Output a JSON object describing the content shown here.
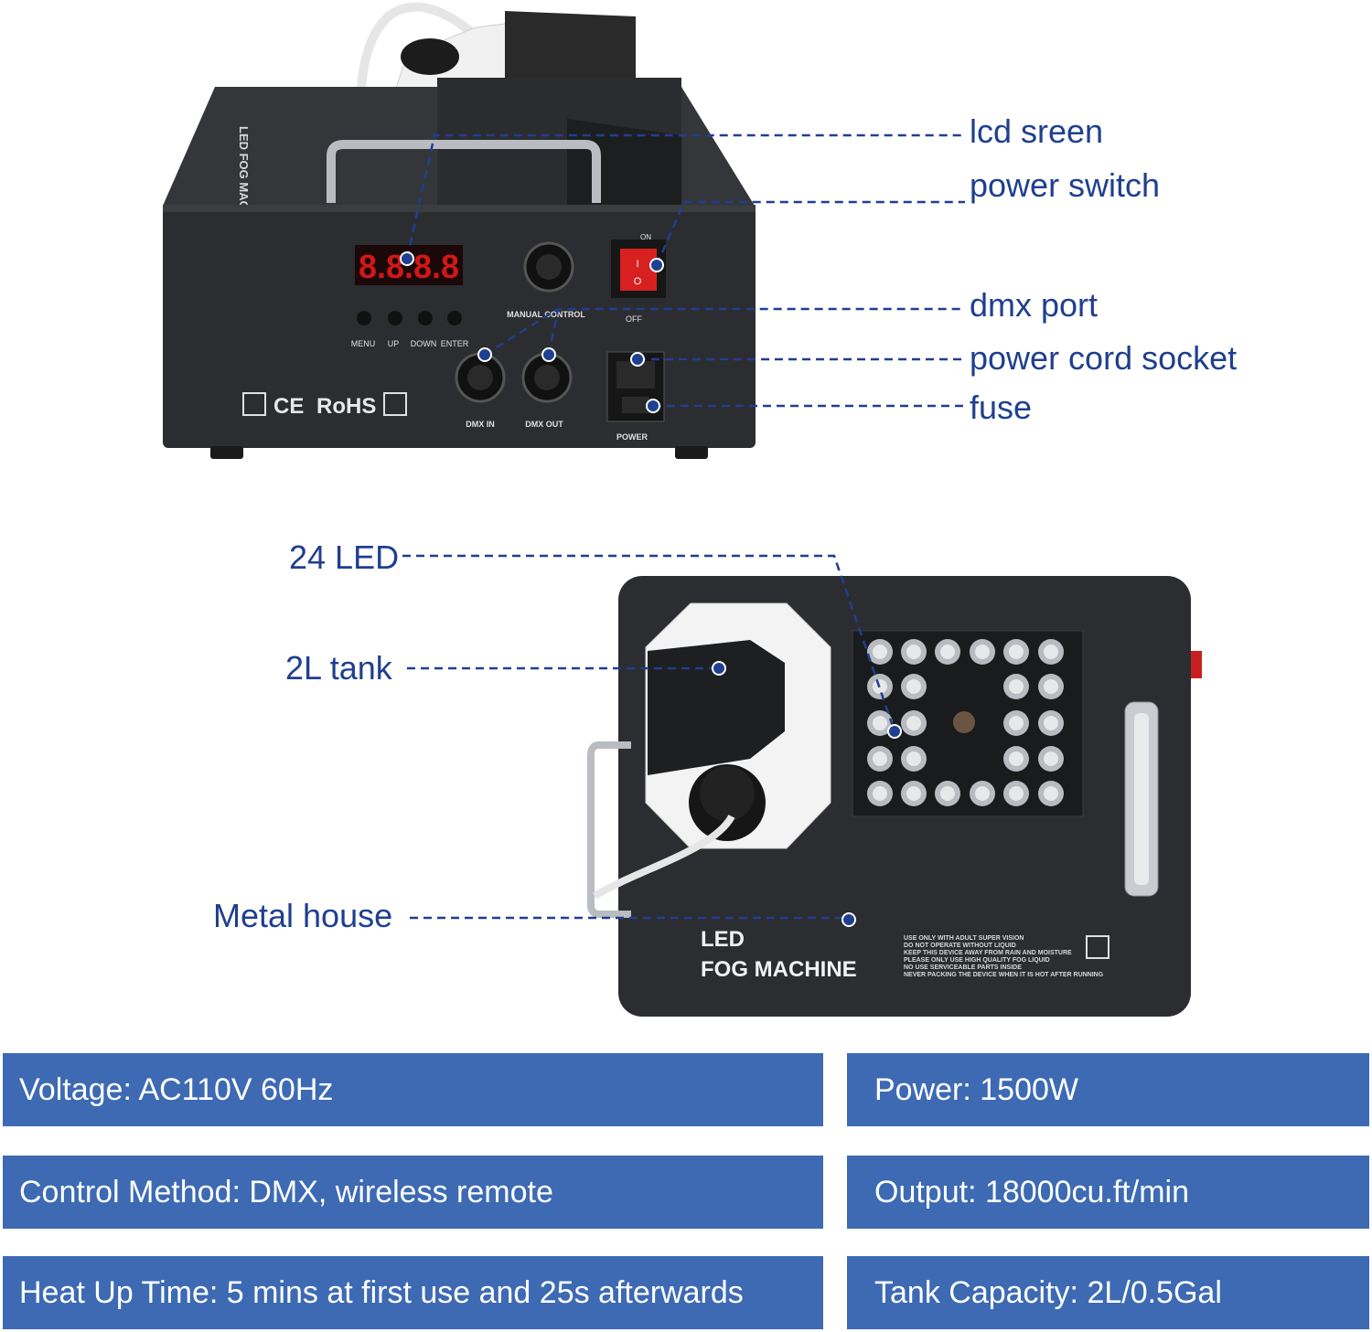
{
  "top_machine": {
    "side_label": "LED FOG MACHINE",
    "display_digits": "8.8.8.8",
    "button_labels": [
      "MENU",
      "UP",
      "DOWN",
      "ENTER"
    ],
    "manual_control": "MANUAL CONTROL",
    "switch_on": "ON",
    "switch_off": "OFF",
    "switch_on_mark": "I",
    "switch_off_mark": "O",
    "dmx_in": "DMX IN",
    "dmx_out": "DMX OUT",
    "power": "POWER",
    "ce": "CE",
    "rohs": "RoHS"
  },
  "bottom_machine": {
    "title_line1": "LED",
    "title_line2": "FOG MACHINE",
    "warning_lines": [
      "USE ONLY WITH ADULT SUPER VISION",
      "DO NOT OPERATE WITHOUT LIQUID",
      "KEEP THIS DEVICE AWAY FROM RAIN AND MOISTURE",
      "PLEASE ONLY USE HIGH QUALITY FOG LIQUID",
      "NO USE SERVICEABLE PARTS INSIDE",
      "NEVER PACKING THE DEVICE WHEN IT IS HOT AFTER RUNNING"
    ]
  },
  "callouts": {
    "lcd": "lcd sreen",
    "power_switch": "power switch",
    "dmx_port": "dmx port",
    "power_cord": "power cord socket",
    "fuse": "fuse",
    "led": "24 LED",
    "tank": "2L tank",
    "metal": "Metal house"
  },
  "specs": {
    "voltage": "Voltage: AC110V 60Hz",
    "power": "Power: 1500W",
    "control": "Control Method: DMX, wireless remote",
    "output": "Output: 18000cu.ft/min",
    "heat": "Heat Up Time: 5 mins at first use and 25s afterwards",
    "tank": "Tank Capacity: 2L/0.5Gal"
  },
  "colors": {
    "callout_text": "#1f3f8f",
    "leader_line": "#1f3f8f",
    "spec_bg": "#3d6ab3",
    "spec_text": "#ffffff",
    "machine_body": "#2b2d30",
    "led_display": "#d01818",
    "switch_red": "#d82020"
  }
}
